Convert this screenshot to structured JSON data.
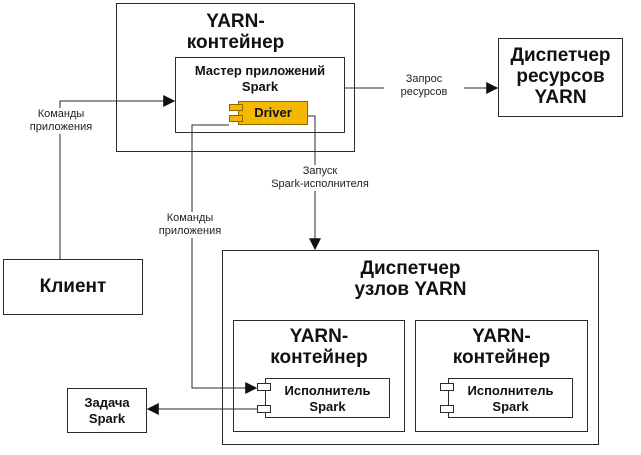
{
  "nodes": {
    "yarn_container_top": "YARN-\nконтейнер",
    "app_master": "Мастер приложений\nSpark",
    "driver": "Driver",
    "resource_manager": "Диспетчер\nресурсов\nYARN",
    "client": "Клиент",
    "node_manager": "Диспетчер\nузлов YARN",
    "yarn_container_left": "YARN-\nконтейнер",
    "yarn_container_right": "YARN-\nконтейнер",
    "executor_left": "Исполнитель\nSpark",
    "executor_right": "Исполнитель\nSpark",
    "task": "Задача\nSpark"
  },
  "edges": {
    "request_resources": "Запрос\nресурсов",
    "app_commands_top": "Команды\nприложения",
    "launch_executor": "Запуск\nSpark-исполнителя",
    "app_commands_mid": "Команды\nприложения"
  },
  "colors": {
    "driver_fill": "#f5b800",
    "line": "#2b2b2b"
  }
}
